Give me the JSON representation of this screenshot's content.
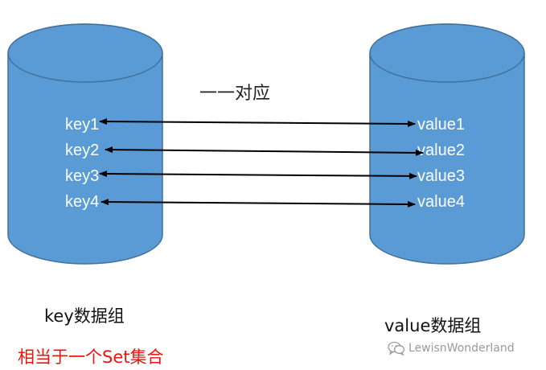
{
  "colors": {
    "cylinder_fill": "#5b9bd5",
    "cylinder_edge": "#41719c",
    "arrow": "#000000",
    "note": "#e8160f"
  },
  "mapping_label": "一一对应",
  "keys": [
    "key1",
    "key2",
    "key3",
    "key4"
  ],
  "values": [
    "value1",
    "value2",
    "value3",
    "value4"
  ],
  "key_group_label": "key数据组",
  "value_group_label": "value数据组",
  "set_note": "相当于一个Set集合",
  "watermark": {
    "icon": "wechat-icon",
    "text": "LewisnWonderland"
  }
}
